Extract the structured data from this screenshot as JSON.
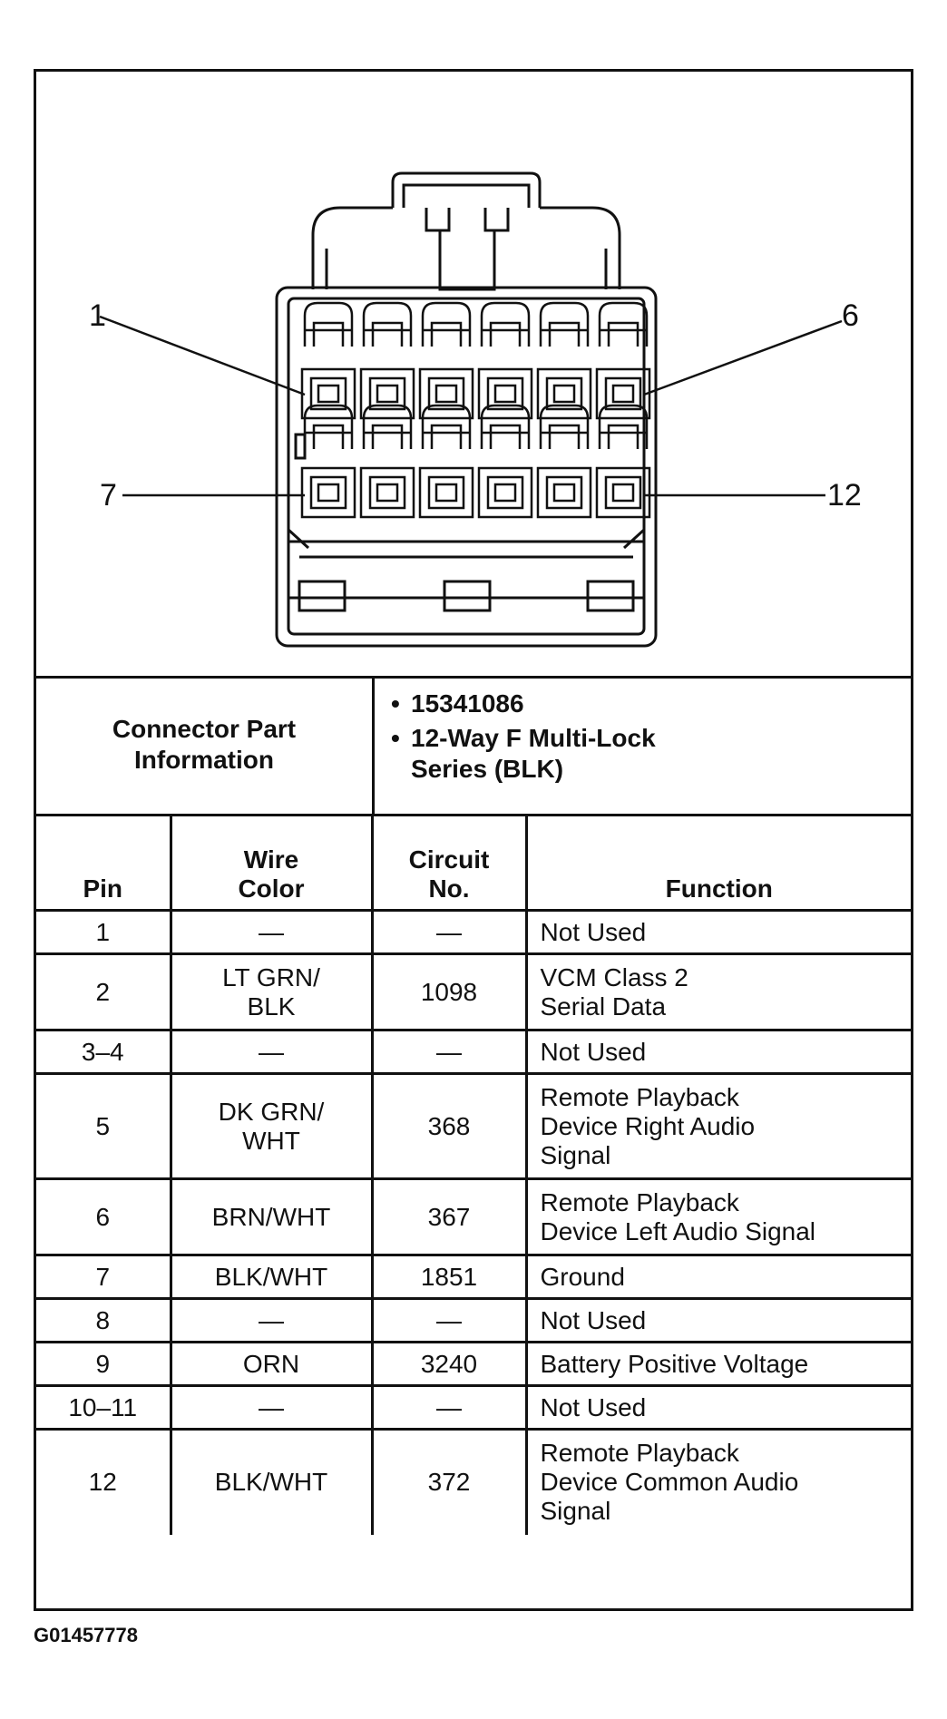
{
  "pin_callouts": [
    "1",
    "6",
    "7",
    "12"
  ],
  "connector_info": {
    "label": "Connector Part\nInformation",
    "values": [
      "15341086",
      "12-Way F Multi-Lock\nSeries (BLK)"
    ]
  },
  "table": {
    "headers": {
      "pin": "Pin",
      "wire_color": "Wire\nColor",
      "circuit": "Circuit\nNo.",
      "function": "Function"
    },
    "rows": [
      {
        "pin": "1",
        "wire": "—",
        "circuit": "—",
        "function": "Not Used"
      },
      {
        "pin": "2",
        "wire": "LT GRN/\nBLK",
        "circuit": "1098",
        "function": "VCM Class 2\nSerial Data"
      },
      {
        "pin": "3–4",
        "wire": "—",
        "circuit": "—",
        "function": "Not Used"
      },
      {
        "pin": "5",
        "wire": "DK GRN/\nWHT",
        "circuit": "368",
        "function": "Remote Playback\nDevice Right Audio\nSignal"
      },
      {
        "pin": "6",
        "wire": "BRN/WHT",
        "circuit": "367",
        "function": "Remote Playback\nDevice Left Audio Signal"
      },
      {
        "pin": "7",
        "wire": "BLK/WHT",
        "circuit": "1851",
        "function": "Ground"
      },
      {
        "pin": "8",
        "wire": "—",
        "circuit": "—",
        "function": "Not Used"
      },
      {
        "pin": "9",
        "wire": "ORN",
        "circuit": "3240",
        "function": "Battery Positive Voltage"
      },
      {
        "pin": "10–11",
        "wire": "—",
        "circuit": "—",
        "function": "Not Used"
      },
      {
        "pin": "12",
        "wire": "BLK/WHT",
        "circuit": "372",
        "function": "Remote Playback\nDevice Common Audio\nSignal"
      }
    ]
  },
  "caption": "G01457778"
}
